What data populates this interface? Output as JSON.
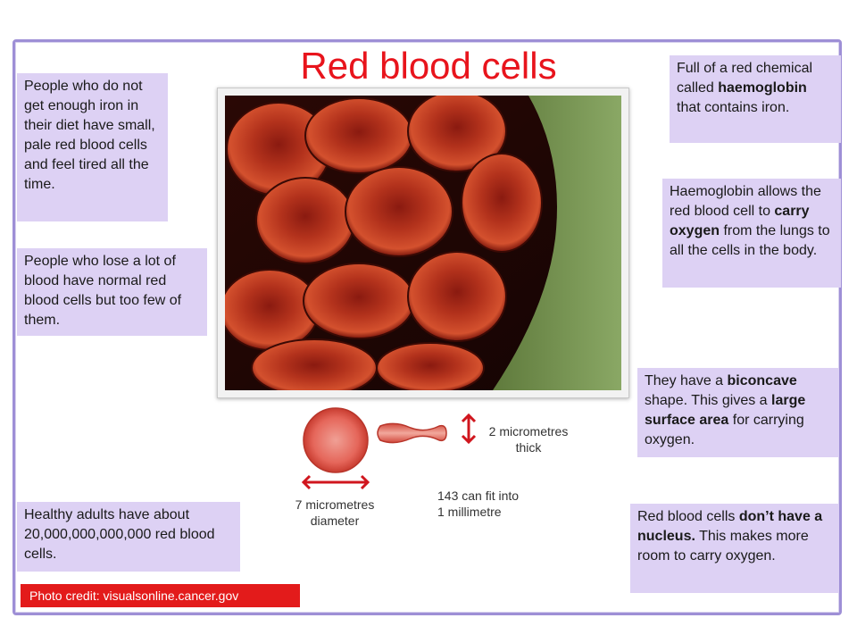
{
  "title": "Red blood cells",
  "boxes": {
    "iron_diet": "People who do not get enough iron in their diet have small, pale red blood cells and feel tired all the time.",
    "blood_loss": "People who lose a lot of blood have normal red blood cells but too few of them.",
    "healthy_adults": "Healthy adults have about 20,000,000,000,000 red blood cells.",
    "haemoglobin_pre": "Full of a red chemical called ",
    "haemoglobin_bold": "haemoglobin",
    "haemoglobin_post": " that contains iron.",
    "oxygen_pre": "Haemoglobin allows the red blood cell to ",
    "oxygen_bold": "carry oxygen",
    "oxygen_post": " from the lungs to all the cells in the body.",
    "shape_pre": "They have a ",
    "shape_bold1": "biconcave",
    "shape_mid": " shape. This gives a ",
    "shape_bold2": "large surface area",
    "shape_post": " for carrying oxygen.",
    "nucleus_pre": "Red blood cells ",
    "nucleus_bold": "don’t have a nucleus.",
    "nucleus_post": " This makes more room to carry oxygen."
  },
  "captions": {
    "thick_line1": "2 micrometres",
    "thick_line2": "thick",
    "diameter_line1": "7 micrometres",
    "diameter_line2": "diameter",
    "fit_line1": "143 can fit into",
    "fit_line2": "1 millimetre"
  },
  "credit": "Photo credit: visualsonline.cancer.gov",
  "colors": {
    "title": "#e8141c",
    "box_bg": "#ddd1f4",
    "frame": "#9e8fd6",
    "credit_bg": "#e31b1b",
    "arrow": "#d0161e"
  }
}
